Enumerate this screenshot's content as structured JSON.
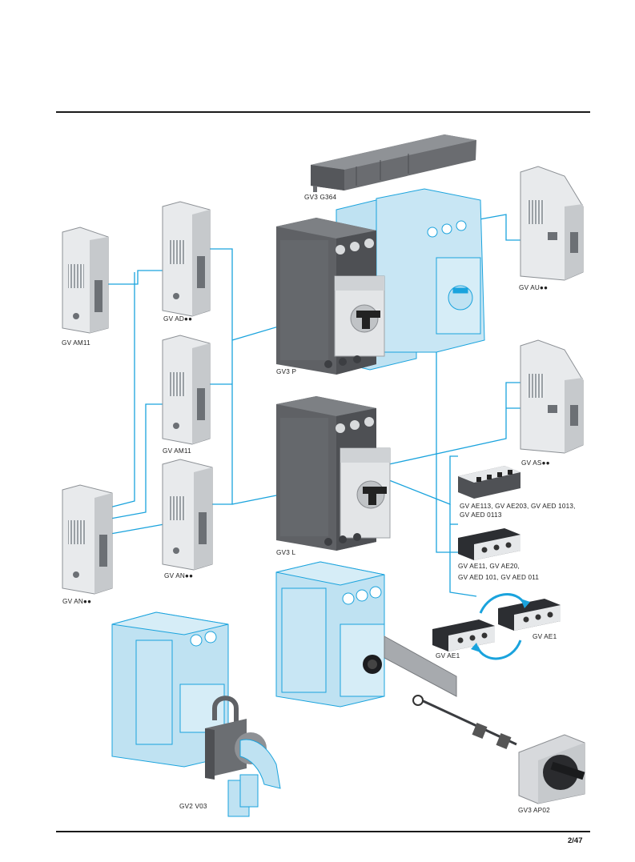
{
  "page_number": "2/47",
  "labels": {
    "gv3_g364": "GV3 G364",
    "gv_am11_left": "GV AM11",
    "gv_ad": "GV AD●●",
    "gv3_p": "GV3 P",
    "gv_au": "GV AU●●",
    "gv_am11_mid": "GV AM11",
    "gv_as": "GV AS●●",
    "ae_group1_line1": "GV AE113, GV AE203, GV AED 1013,",
    "ae_group1_line2": "GV AED 0113",
    "gv3_l": "GV3 L",
    "ae_group2_line1": "GV AE11, GV AE20,",
    "ae_group2_line2": "GV AED 101, GV AED 011",
    "gv_an_mid": "GV AN●●",
    "gv_an_left": "GV AN●●",
    "gv_ae1_right": "GV AE1",
    "gv_ae1_left": "GV AE1",
    "gv2_v03": "GV2 V03",
    "gv3_ap02": "GV3 AP02"
  },
  "colors": {
    "connector": "#1aa3dd",
    "ghost_fill": "#bfe2f2",
    "ghost_stroke": "#1aa3dd",
    "dark_body": "#5f6165",
    "grey_body": "#a2a5a9",
    "light_body": "#e3e5e7",
    "rule": "#1a1a1a"
  }
}
